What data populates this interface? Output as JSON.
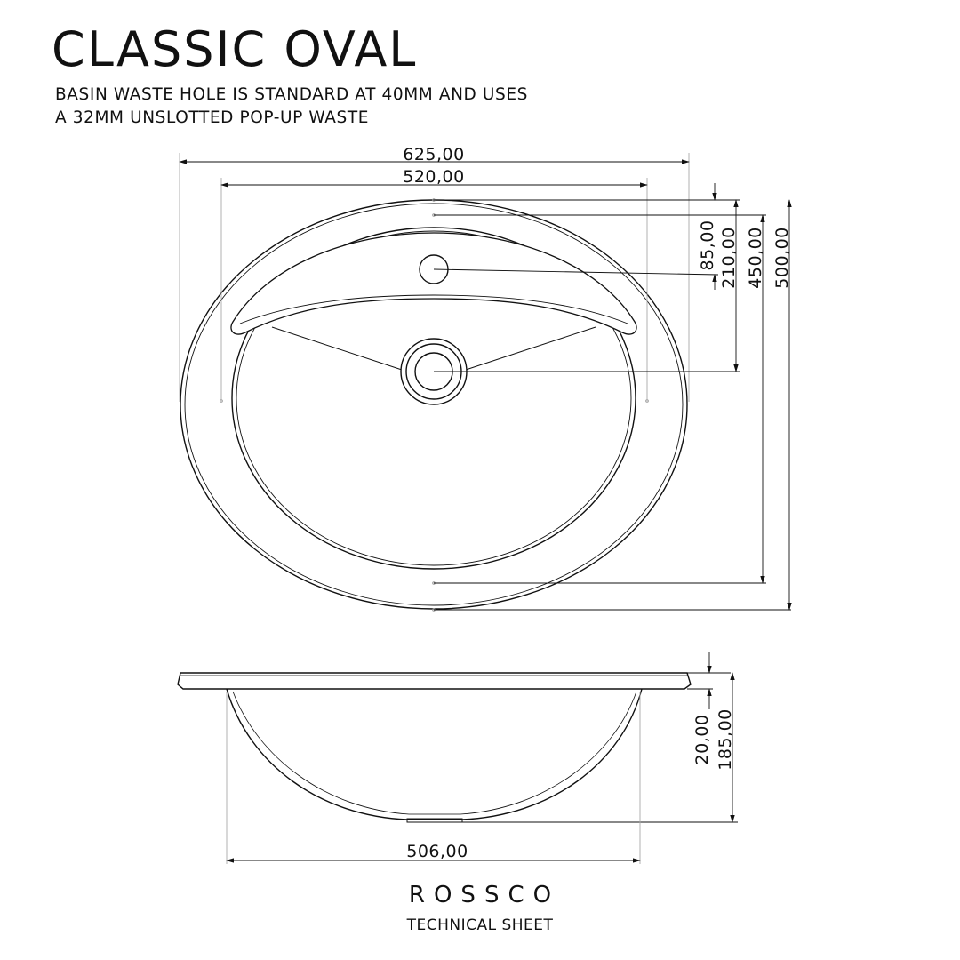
{
  "header": {
    "title": "CLASSIC OVAL",
    "note_line1": "BASIN WASTE HOLE IS STANDARD AT 40MM AND USES",
    "note_line2": "A 32MM UNSLOTTED POP-UP WASTE"
  },
  "top_view": {
    "dim_overall_width": "625,00",
    "dim_bowl_width": "520,00",
    "dim_taphole_offset": "85,00",
    "dim_waste_offset": "210,00",
    "dim_bowl_length": "450,00",
    "dim_overall_length": "500,00"
  },
  "side_view": {
    "dim_rim_thickness": "20,00",
    "dim_total_depth": "185,00",
    "dim_base_width": "506,00"
  },
  "footer": {
    "brand": "ROSSCO",
    "caption": "TECHNICAL SHEET"
  }
}
